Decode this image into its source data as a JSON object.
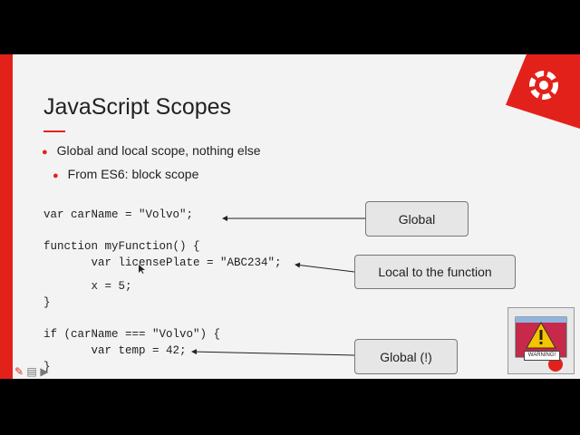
{
  "slide": {
    "title": "JavaScript Scopes",
    "bullets": [
      "Global and local scope, nothing else",
      "From ES6: block scope"
    ],
    "code_lines": [
      "var carName = \"Volvo\";",
      "function myFunction() {",
      "       var licensePlate = \"ABC234\";",
      "       x = 5;",
      "}",
      "if (carName === \"Volvo\") {",
      "       var temp = 42;",
      "}"
    ],
    "callouts": [
      "Global",
      "Local to the function",
      "Global (!)"
    ],
    "warning_label": "WARNING!"
  },
  "colors": {
    "accent": "#e3211b",
    "slide_background": "#f3f3f3",
    "callout_background": "#e6e6e6"
  },
  "toolbar": {
    "icons": [
      "arrow-left-icon",
      "pen-icon",
      "notes-icon",
      "arrow-right-icon"
    ]
  }
}
